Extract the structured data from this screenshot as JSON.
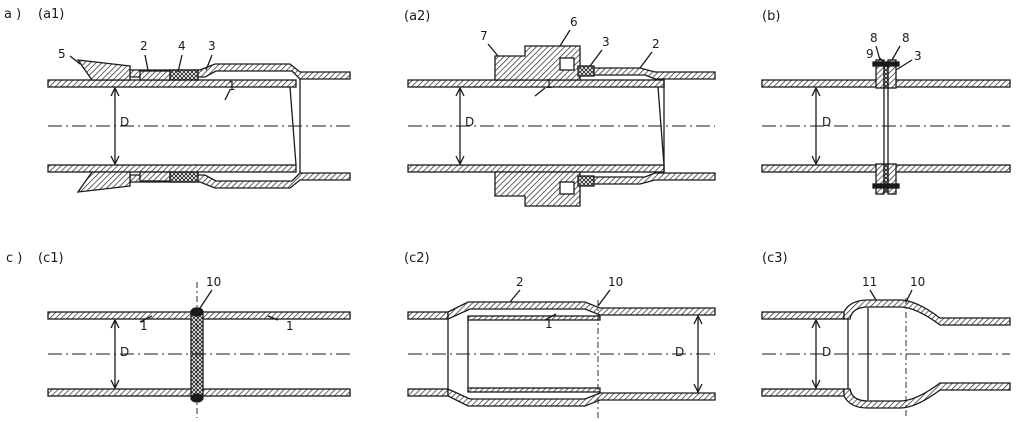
{
  "labels": {
    "a": "a )",
    "c": "c )",
    "a1": "(a1)",
    "a2": "(a2)",
    "b": "(b)",
    "c1": "(c1)",
    "c2": "(c2)",
    "c3": "(c3)"
  },
  "callouts": {
    "n1": "1",
    "n2": "2",
    "n3": "3",
    "n4": "4",
    "n5": "5",
    "n6": "6",
    "n7": "7",
    "n8": "8",
    "n9": "9",
    "n10": "10",
    "n11": "11",
    "D": "D"
  },
  "colors": {
    "ink": "#1a1a1a",
    "hatch": "#2a2a2a",
    "paper": "#ffffff"
  }
}
